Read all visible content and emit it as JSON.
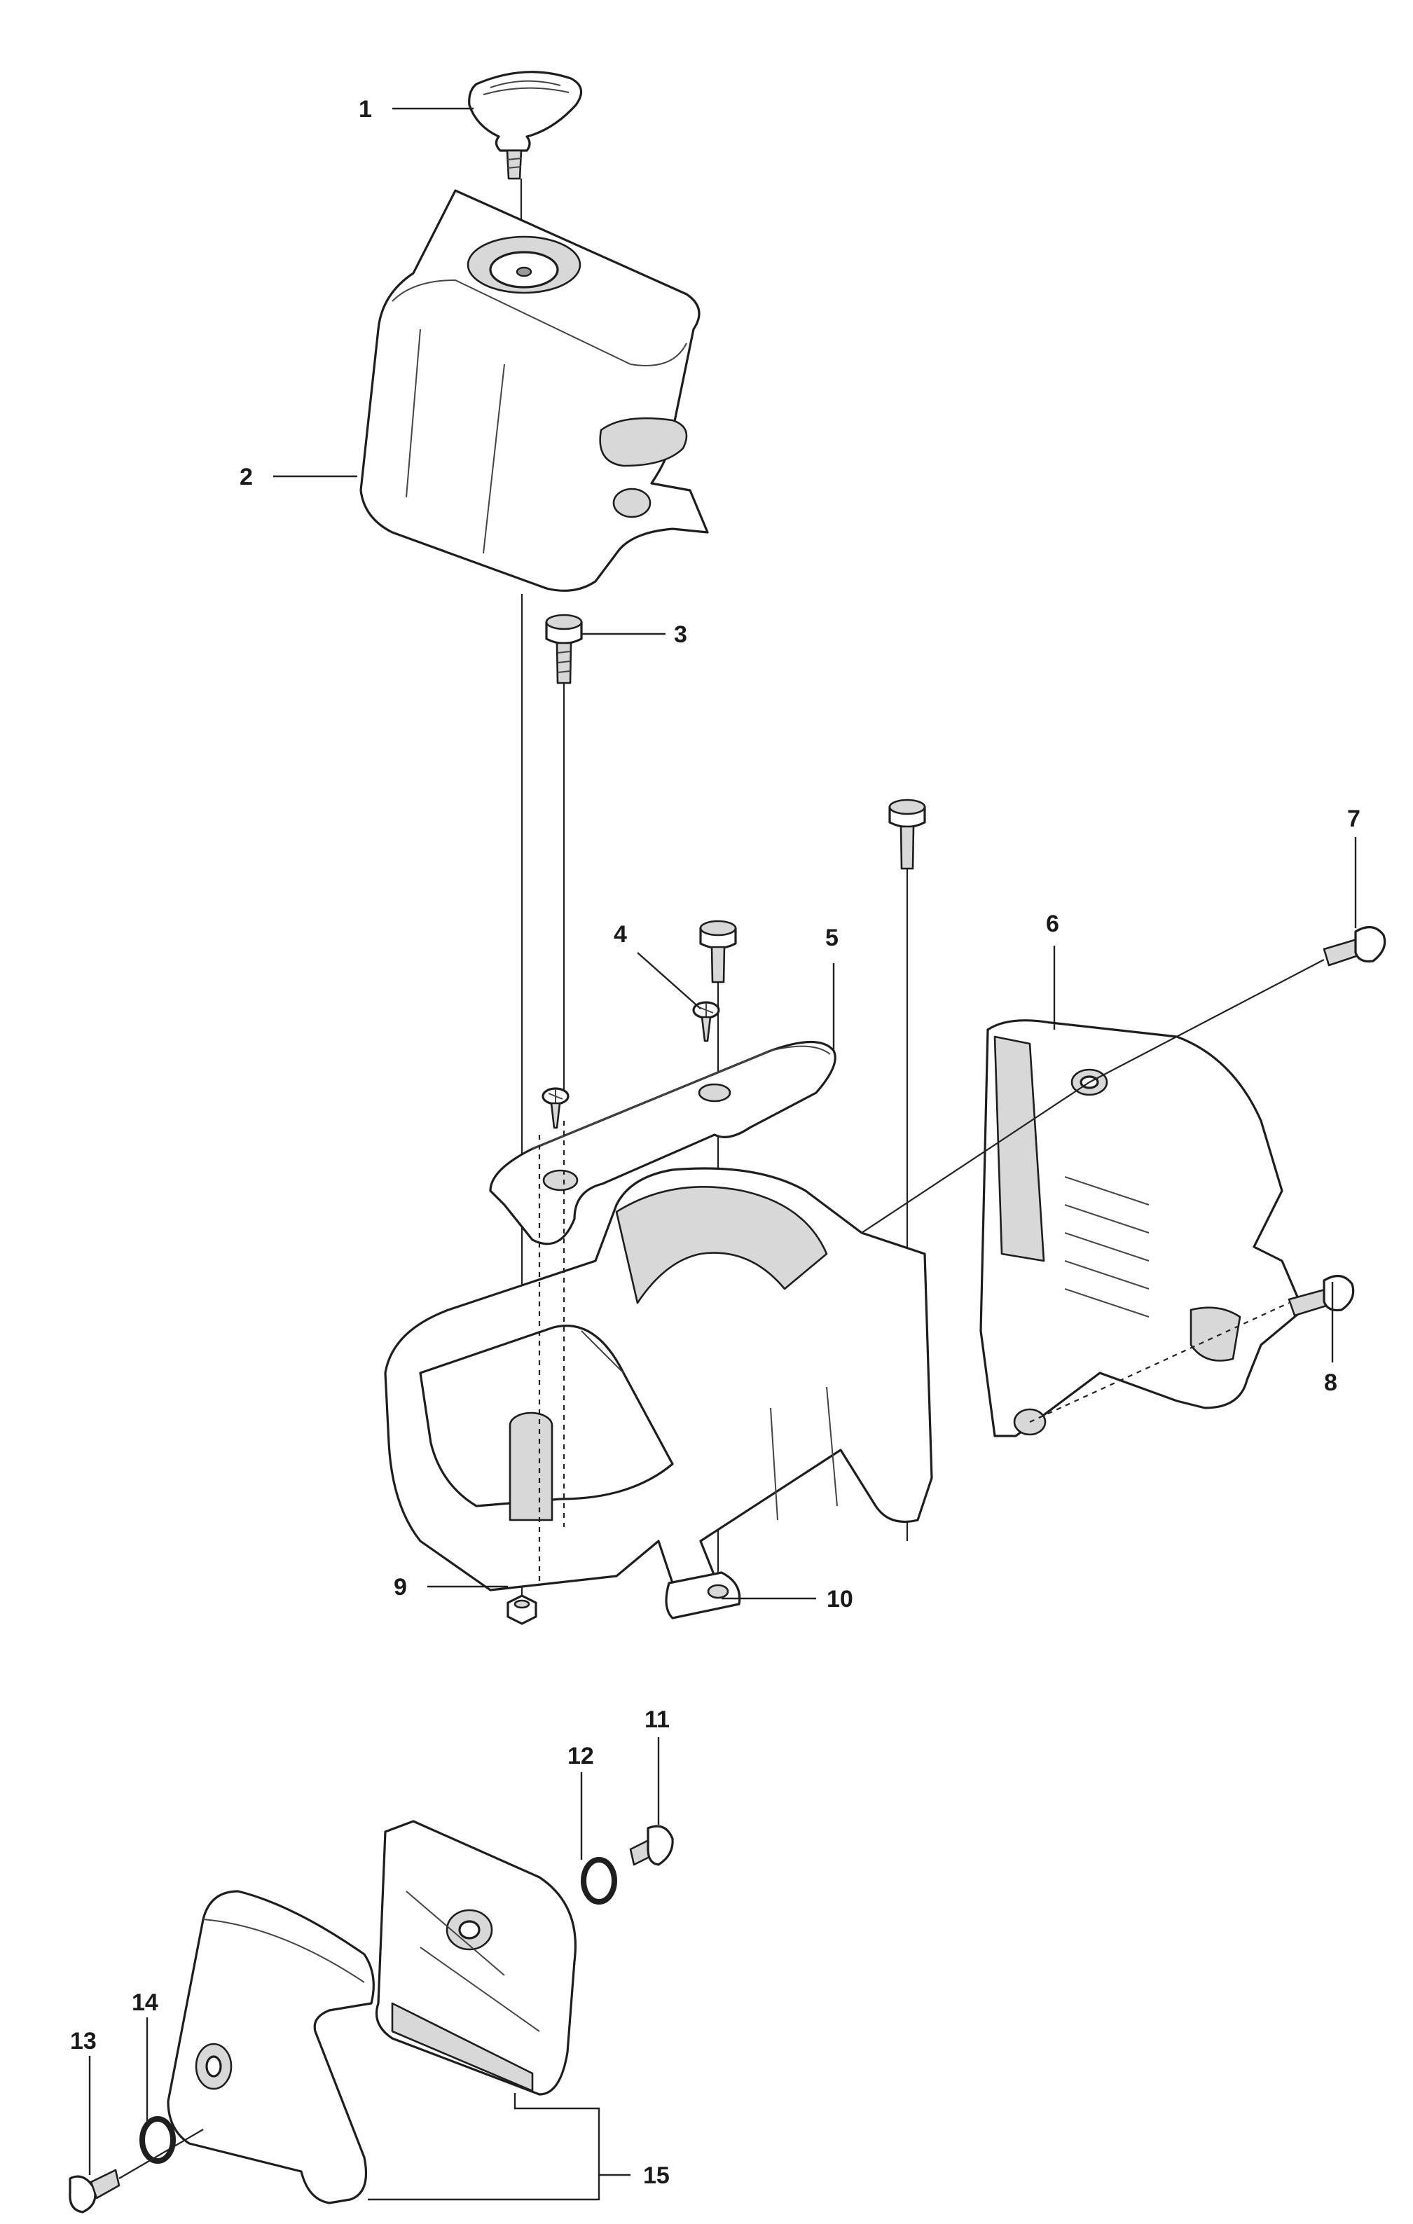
{
  "diagram": {
    "callouts": [
      {
        "id": "1",
        "text": "1"
      },
      {
        "id": "2",
        "text": "2"
      },
      {
        "id": "3",
        "text": "3"
      },
      {
        "id": "4",
        "text": "4"
      },
      {
        "id": "5",
        "text": "5"
      },
      {
        "id": "6",
        "text": "6"
      },
      {
        "id": "7",
        "text": "7"
      },
      {
        "id": "8",
        "text": "8"
      },
      {
        "id": "9",
        "text": "9"
      },
      {
        "id": "10",
        "text": "10"
      },
      {
        "id": "11",
        "text": "11"
      },
      {
        "id": "12",
        "text": "12"
      },
      {
        "id": "13",
        "text": "13"
      },
      {
        "id": "14",
        "text": "14"
      },
      {
        "id": "15",
        "text": "15"
      }
    ],
    "colors": {
      "line": "#1e1e1e",
      "part_fill": "#ffffff",
      "shade": "#d8d8d8"
    }
  }
}
